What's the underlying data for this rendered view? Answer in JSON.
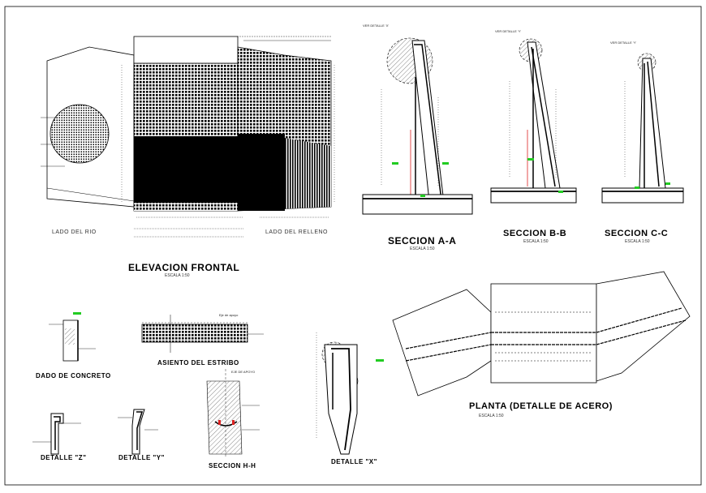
{
  "titles": {
    "elevacion": "ELEVACION FRONTAL",
    "seccion_aa": "SECCION A-A",
    "seccion_bb": "SECCION B-B",
    "seccion_cc": "SECCION C-C",
    "dado": "DADO DE CONCRETO",
    "asiento": "ASIENTO DEL ESTRIBO",
    "seccion_hh": "SECCION H-H",
    "detalle_x": "DETALLE \"X\"",
    "detalle_y": "DETALLE \"Y\"",
    "detalle_z": "DETALLE \"Z\"",
    "planta": "PLANTA (DETALLE DE ACERO)"
  },
  "scales": {
    "elevacion": "ESCALA 1:50",
    "seccion_aa": "ESCALA 1:50",
    "seccion_bb": "ESCALA 1:50",
    "seccion_cc": "ESCALA 1:50",
    "planta": "ESCALA 1:50"
  },
  "side_labels": {
    "rio": "LADO DEL RIO",
    "relleno": "LADO DEL RELLENO"
  },
  "callouts": {
    "ver_detalle_x": "VER DETALLE 'X'",
    "ver_detalle_y": "VER DETALLE 'Y'",
    "ver_detalle_y2": "VER DETALLE 'Y'",
    "eje_apoyo": "Eje de apoyo",
    "eje_apoyo2": "EJE DE APOYO"
  },
  "colors": {
    "ink": "#000000",
    "green": "#22cc22",
    "red": "#dd2222",
    "hatch": "#999999"
  }
}
